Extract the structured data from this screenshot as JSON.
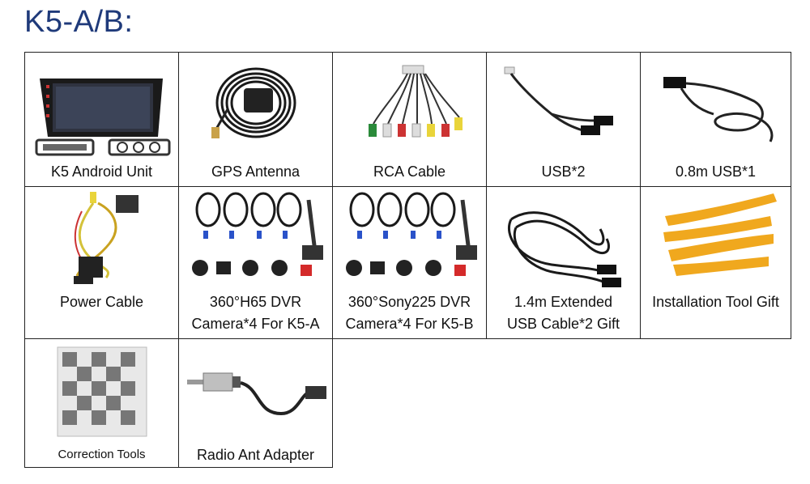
{
  "title": "K5-A/B:",
  "items": [
    {
      "label": "K5 Android Unit"
    },
    {
      "label": "GPS Antenna"
    },
    {
      "label": "RCA Cable"
    },
    {
      "label": "USB*2"
    },
    {
      "label": "0.8m USB*1"
    },
    {
      "label": "Power Cable"
    },
    {
      "label_line1": "360°H65 DVR",
      "label_line2": "Camera*4 For K5-A"
    },
    {
      "label_line1": "360°Sony225 DVR",
      "label_line2": "Camera*4 For K5-B"
    },
    {
      "label_line1": "1.4m Extended",
      "label_line2": "USB Cable*2 Gift"
    },
    {
      "label": "Installation Tool Gift"
    },
    {
      "label": "Correction Tools"
    },
    {
      "label": "Radio Ant Adapter"
    }
  ],
  "colors": {
    "title": "#1f3a7a",
    "border": "#222222",
    "tool": "#f0a81e"
  }
}
